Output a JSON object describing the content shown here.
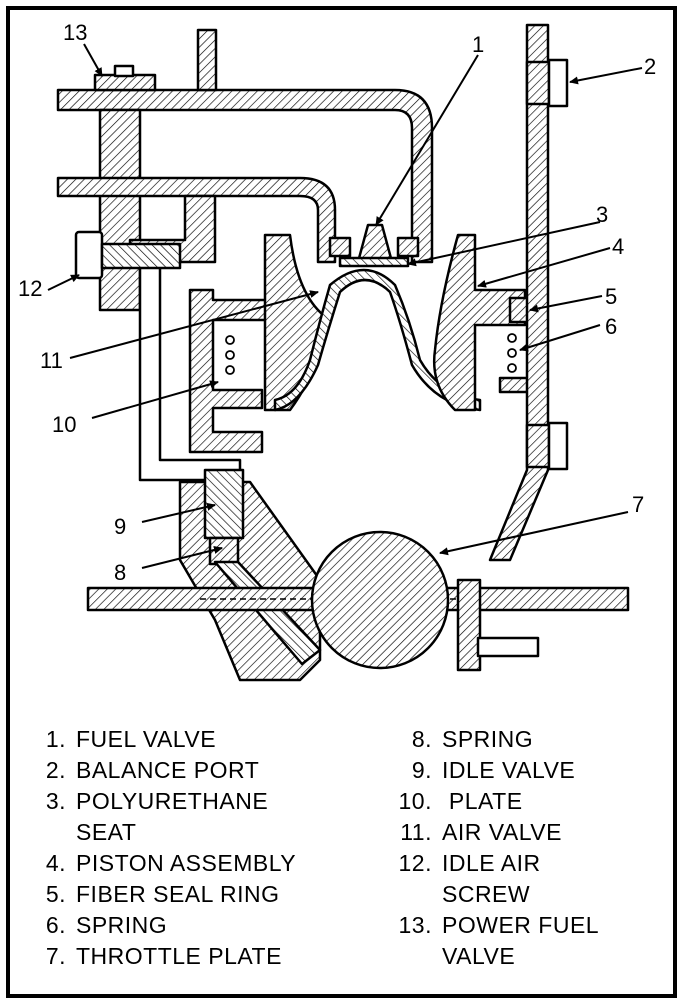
{
  "callouts": [
    "1",
    "2",
    "3",
    "4",
    "5",
    "6",
    "7",
    "8",
    "9",
    "10",
    "11",
    "12",
    "13"
  ],
  "legend": {
    "left": [
      {
        "num": "1.",
        "lines": [
          "FUEL VALVE"
        ]
      },
      {
        "num": "2.",
        "lines": [
          "BALANCE PORT"
        ]
      },
      {
        "num": "3.",
        "lines": [
          "POLYURETHANE",
          "SEAT"
        ]
      },
      {
        "num": "4.",
        "lines": [
          "PISTON ASSEMBLY"
        ]
      },
      {
        "num": "5.",
        "lines": [
          "FIBER SEAL RING"
        ]
      },
      {
        "num": "6.",
        "lines": [
          "SPRING"
        ]
      },
      {
        "num": "7.",
        "lines": [
          "THROTTLE PLATE"
        ]
      }
    ],
    "right": [
      {
        "num": "8.",
        "lines": [
          "SPRING"
        ]
      },
      {
        "num": "9.",
        "lines": [
          "IDLE VALVE"
        ]
      },
      {
        "num": "10.",
        "lines": [
          " PLATE"
        ]
      },
      {
        "num": "11.",
        "lines": [
          "AIR VALVE"
        ]
      },
      {
        "num": "12.",
        "lines": [
          "IDLE AIR",
          "SCREW"
        ]
      },
      {
        "num": "13.",
        "lines": [
          "POWER FUEL",
          "VALVE"
        ]
      }
    ]
  }
}
